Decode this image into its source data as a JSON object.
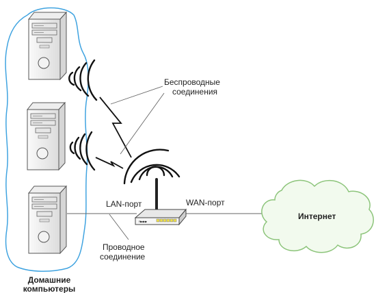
{
  "labels": {
    "wireless_line1": "Беспроводные",
    "wireless_line2": "соединения",
    "lan_port": "LAN-порт",
    "wan_port": "WAN-порт",
    "wired_line1": "Проводное",
    "wired_line2": "соединение",
    "internet": "Интернет",
    "home_line1": "Домашние",
    "home_line2": "компьютеры",
    "router_brand": "Router"
  },
  "colors": {
    "home_cloud_stroke": "#3fa3e0",
    "internet_cloud_fill": "#f2faee",
    "internet_cloud_stroke": "#8cc47a",
    "device_fill": "#f4f4f4",
    "router_led": "#f2e24a"
  }
}
